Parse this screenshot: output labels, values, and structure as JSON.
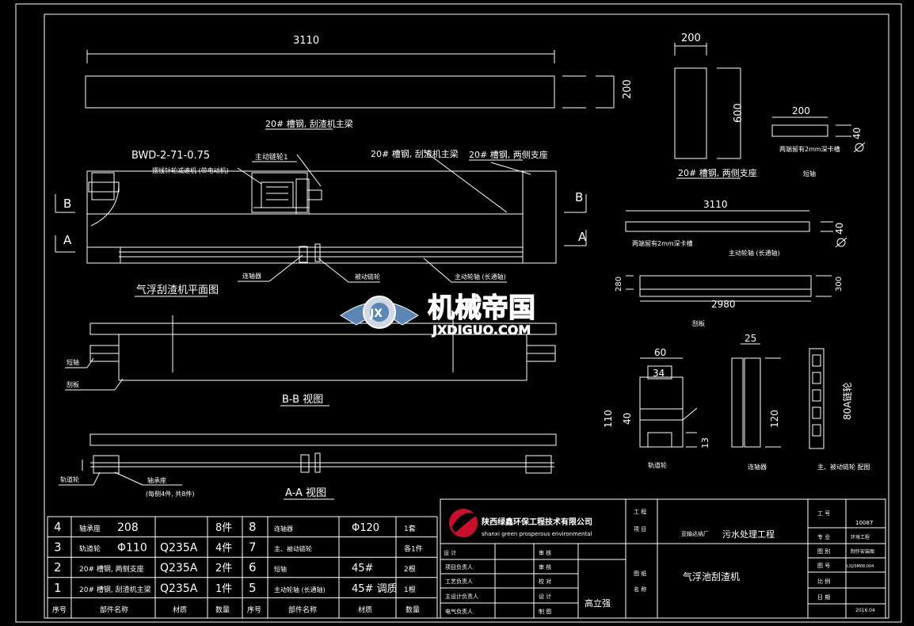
{
  "dims": {
    "top_length": "3110",
    "top_height": "200",
    "col_width": "200",
    "col_height": "600",
    "shaft_small_len": "200",
    "shaft_small_dia": "40",
    "shaft_long_len": "3110",
    "shaft_long_dia": "40",
    "plate_h1": "280",
    "plate_h2": "300",
    "plate_len": "2980",
    "wheel_w": "60",
    "wheel_bore": "34",
    "wheel_od": "110",
    "wheel_id": "40",
    "wheel_13": "13",
    "coupling_w": "25",
    "coupling_d": "120",
    "sprocket": "80A链轮"
  },
  "labels": {
    "main_beam": "20# 槽钢, 刮渣机主梁",
    "motor_model": "BWD-2-71-0.75",
    "motor_desc": "摆线针轮减速机 (带电动机)",
    "drive_sprocket": "主动链轮1",
    "beam_main2": "20# 槽钢, 刮渣机主梁",
    "beam_side": "20# 槽钢, 两侧支座",
    "col_label": "20# 槽钢, 两侧支座",
    "shaft_note_small": "两端留有2mm深卡槽",
    "shaft_small_name": "短轴",
    "shaft_note_long": "两端留有2mm深卡槽",
    "shaft_long_name": "主动轮轴 (长通轴)",
    "plate_name": "刮板",
    "coupling_lbl": "连轴器",
    "driven_sprocket": "被动链轮",
    "long_shaft_lbl": "主动轮轴 (长通轴)",
    "plan_title": "气浮刮渣机平面图",
    "short_lbl": "短轴",
    "scraper_lbl": "刮板",
    "bb_title": "B-B 视图",
    "aa_title": "A-A 视图",
    "wheel_lbl": "轨道轮",
    "bearing_lbl": "轴承座",
    "bearing_note": "(每侧4件, 共8件)",
    "wheel_name": "轨道轮",
    "coupling_name": "连轴器",
    "sprocket_name": "主、被动链轮 配图",
    "sec_b": "B",
    "sec_a": "A",
    "sec_b2": "B",
    "sec_a2": "A"
  },
  "bom": {
    "rows": [
      {
        "no": "4",
        "name": "轴承座",
        "extra": "208",
        "mat": "",
        "qty": "8件",
        "no2": "8",
        "name2": "连轴器",
        "mat2": "Φ120",
        "qty2": "1套"
      },
      {
        "no": "3",
        "name": "轨道轮",
        "extra": "Φ110",
        "mat": "Q235A",
        "qty": "4件",
        "no2": "7",
        "name2": "主、被动链轮",
        "mat2": "",
        "qty2": "各1件"
      },
      {
        "no": "2",
        "name": "20# 槽钢, 两侧支座",
        "extra": "",
        "mat": "Q235A",
        "qty": "2件",
        "no2": "6",
        "name2": "短轴",
        "mat2": "45#",
        "qty2": "2根"
      },
      {
        "no": "1",
        "name": "20# 槽钢, 刮渣机主梁",
        "extra": "",
        "mat": "Q235A",
        "qty": "1件",
        "no2": "5",
        "name2": "主动轮轴 (长通轴)",
        "mat2": "45# 调质",
        "qty2": "1根"
      }
    ],
    "header": {
      "no": "序号",
      "name": "部件名称",
      "mat": "材质",
      "qty": "数量",
      "no2": "序号",
      "name2": "部件名称",
      "mat2": "材质",
      "qty2": "数量"
    }
  },
  "title_block": {
    "company": "陕西绿鑫环保工程技术有限公司",
    "company_en": "shanxi green prosperous environmental",
    "designer": "设  计",
    "checker": "审  核",
    "role1": "项目负责人",
    "role2": "工艺负责人",
    "role3": "主设计负责人",
    "role4": "电气负责人",
    "role_r1": "审  核",
    "role_r2": "校  对",
    "role_r3": "设  计",
    "role_r4": "制  图",
    "drafter_name": "高立强",
    "proj_l1": "工  程",
    "proj_l2": "项  目",
    "proj_plant": "亚输达纳厂",
    "proj_name": "污水处理工程",
    "drawing_l1": "图  纸",
    "drawing_l2": "名  称",
    "drawing_name": "气浮池刮渣机",
    "r_no_lbl": "工  号",
    "r_no": "10087",
    "r_spec_lbl": "专  业",
    "r_spec": "环境工程",
    "r_fig_lbl": "图  别",
    "r_fig": "制作安装图",
    "r_num_lbl": "图  号",
    "r_num": "LXJ/SM08.004",
    "r_scale_lbl": "比  例",
    "r_scale": "",
    "r_date_lbl": "日  期",
    "r_date": "2016.04"
  },
  "watermark": {
    "cn": "机械帝国",
    "en": "JXDIGUO.COM",
    "logo": "JX"
  }
}
